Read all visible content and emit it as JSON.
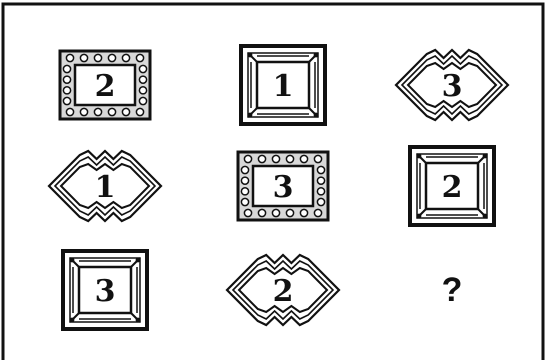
{
  "puzzle": {
    "cells": [
      {
        "row": 1,
        "col": 1,
        "shape": "beaded-square-frame",
        "value": "2"
      },
      {
        "row": 1,
        "col": 2,
        "shape": "beveled-square-frame",
        "value": "1"
      },
      {
        "row": 1,
        "col": 3,
        "shape": "zigzag-hexagon-frame",
        "value": "3"
      },
      {
        "row": 2,
        "col": 1,
        "shape": "zigzag-hexagon-frame",
        "value": "1"
      },
      {
        "row": 2,
        "col": 2,
        "shape": "beaded-square-frame",
        "value": "3"
      },
      {
        "row": 2,
        "col": 3,
        "shape": "beveled-square-frame",
        "value": "2"
      },
      {
        "row": 3,
        "col": 1,
        "shape": "beveled-square-frame",
        "value": "3"
      },
      {
        "row": 3,
        "col": 2,
        "shape": "zigzag-hexagon-frame",
        "value": "2"
      },
      {
        "row": 3,
        "col": 3,
        "shape": "blank",
        "value": "?"
      }
    ]
  }
}
